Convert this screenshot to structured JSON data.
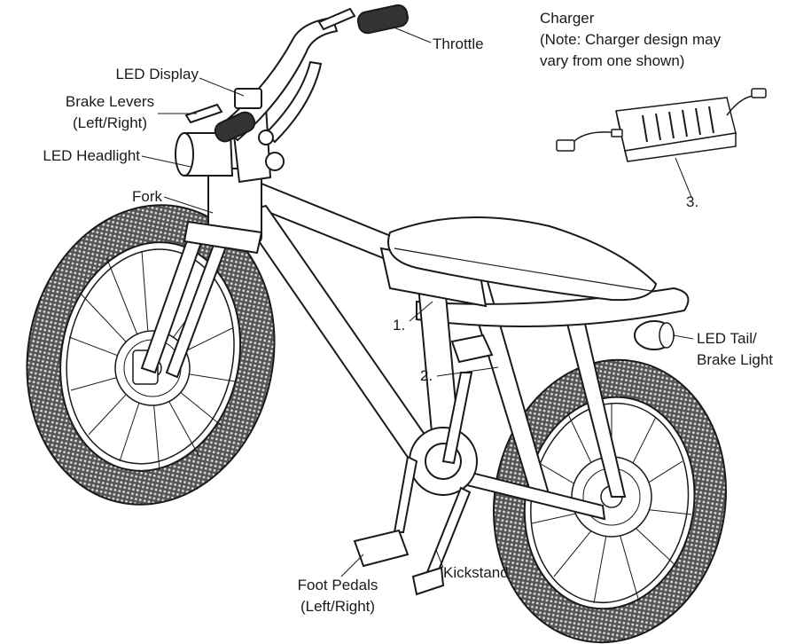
{
  "labels": {
    "throttle": "Throttle",
    "led_display": "LED Display",
    "brake_levers": [
      "Brake Levers",
      "(Left/Right)"
    ],
    "led_headlight": "LED Headlight",
    "fork": "Fork",
    "charger": [
      "Charger",
      "(Note: Charger design may",
      "vary from one shown)"
    ],
    "charger_number": "3.",
    "battery_number": "1.",
    "frame_number": "2.",
    "led_tail": [
      "LED Tail/",
      "Brake Light"
    ],
    "kickstand": "Kickstand",
    "foot_pedals": [
      "Foot Pedals",
      "(Left/Right)"
    ]
  },
  "colors": {
    "line": "#1a1a1a",
    "tire": "#3a3a3a",
    "fill": "#ffffff"
  }
}
